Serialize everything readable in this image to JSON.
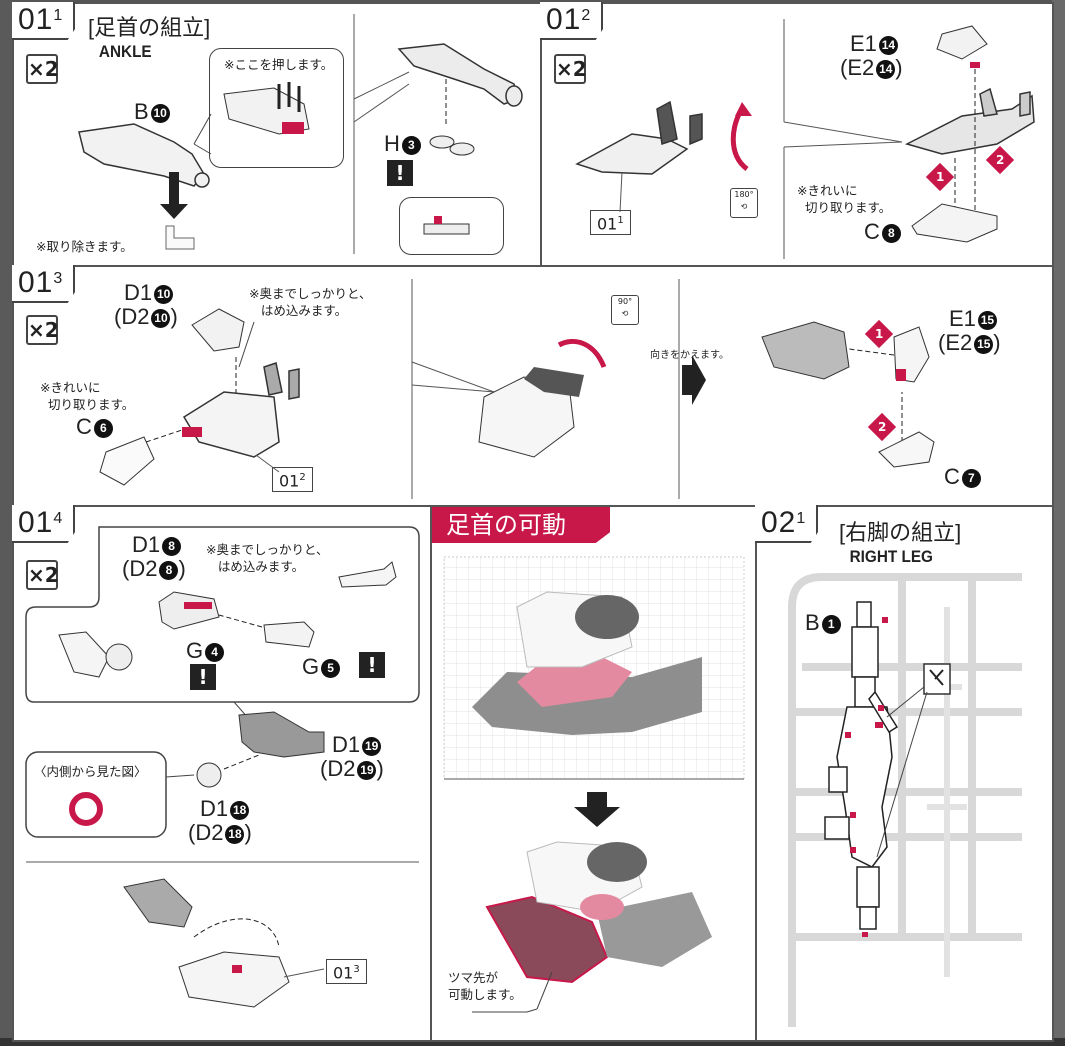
{
  "colors": {
    "accent": "#c8184a",
    "border": "#555555",
    "part_gray": "#8a8a8a"
  },
  "step_01_1": {
    "num": "01",
    "sub": "1",
    "title": "[足首の組立]",
    "subtitle": "ANKLE",
    "qty": "×2",
    "part_b": {
      "letter": "B",
      "num": "10"
    },
    "part_h": {
      "letter": "H",
      "num": "3"
    },
    "note_press": "※ここを押します。",
    "note_remove": "※取り除きます。",
    "warning": "!"
  },
  "step_01_2": {
    "num": "01",
    "sub": "2",
    "qty": "×2",
    "ref": {
      "num": "01",
      "sub": "1"
    },
    "rotation": "180°",
    "part_e1": {
      "letter": "E1",
      "num": "14"
    },
    "part_e2": {
      "letter": "(E2",
      "num": "14",
      "close": ")"
    },
    "part_c": {
      "letter": "C",
      "num": "8"
    },
    "note_cut_1": "※きれいに",
    "note_cut_2": "切り取ります。",
    "order": [
      "1",
      "2"
    ]
  },
  "step_01_3": {
    "num": "01",
    "sub": "3",
    "qty": "×2",
    "part_d1": {
      "letter": "D1",
      "num": "10"
    },
    "part_d2": {
      "letter": "(D2",
      "num": "10",
      "close": ")"
    },
    "note_insert_1": "※奥までしっかりと、",
    "note_insert_2": "はめ込みます。",
    "note_cut_1": "※きれいに",
    "note_cut_2": "切り取ります。",
    "part_c6": {
      "letter": "C",
      "num": "6"
    },
    "ref": {
      "num": "01",
      "sub": "2"
    },
    "rotation": "90°",
    "note_turn": "向きをかえます。",
    "part_e1": {
      "letter": "E1",
      "num": "15"
    },
    "part_e2": {
      "letter": "(E2",
      "num": "15",
      "close": ")"
    },
    "part_c7": {
      "letter": "C",
      "num": "7"
    },
    "order": [
      "1",
      "2"
    ]
  },
  "step_01_4": {
    "num": "01",
    "sub": "4",
    "qty": "×2",
    "part_d1_8": {
      "letter": "D1",
      "num": "8"
    },
    "part_d2_8": {
      "letter": "(D2",
      "num": "8",
      "close": ")"
    },
    "note_insert_1": "※奥までしっかりと、",
    "note_insert_2": "はめ込みます。",
    "part_g4": {
      "letter": "G",
      "num": "4"
    },
    "part_g5": {
      "letter": "G",
      "num": "5"
    },
    "warning": "!",
    "part_d1_19": {
      "letter": "D1",
      "num": "19"
    },
    "part_d2_19": {
      "letter": "(D2",
      "num": "19",
      "close": ")"
    },
    "part_d1_18": {
      "letter": "D1",
      "num": "18"
    },
    "part_d2_18": {
      "letter": "(D2",
      "num": "18",
      "close": ")"
    },
    "inside_view": "〈内側から見た図〉",
    "ref": {
      "num": "01",
      "sub": "3"
    }
  },
  "ankle_motion": {
    "title": "足首の可動",
    "note_1": "ツマ先が",
    "note_2": "可動します。"
  },
  "step_02_1": {
    "num": "02",
    "sub": "1",
    "title": "[右脚の組立]",
    "subtitle": "RIGHT LEG",
    "part_b": {
      "letter": "B",
      "num": "1"
    },
    "tool_icon": "nipper-icon"
  }
}
